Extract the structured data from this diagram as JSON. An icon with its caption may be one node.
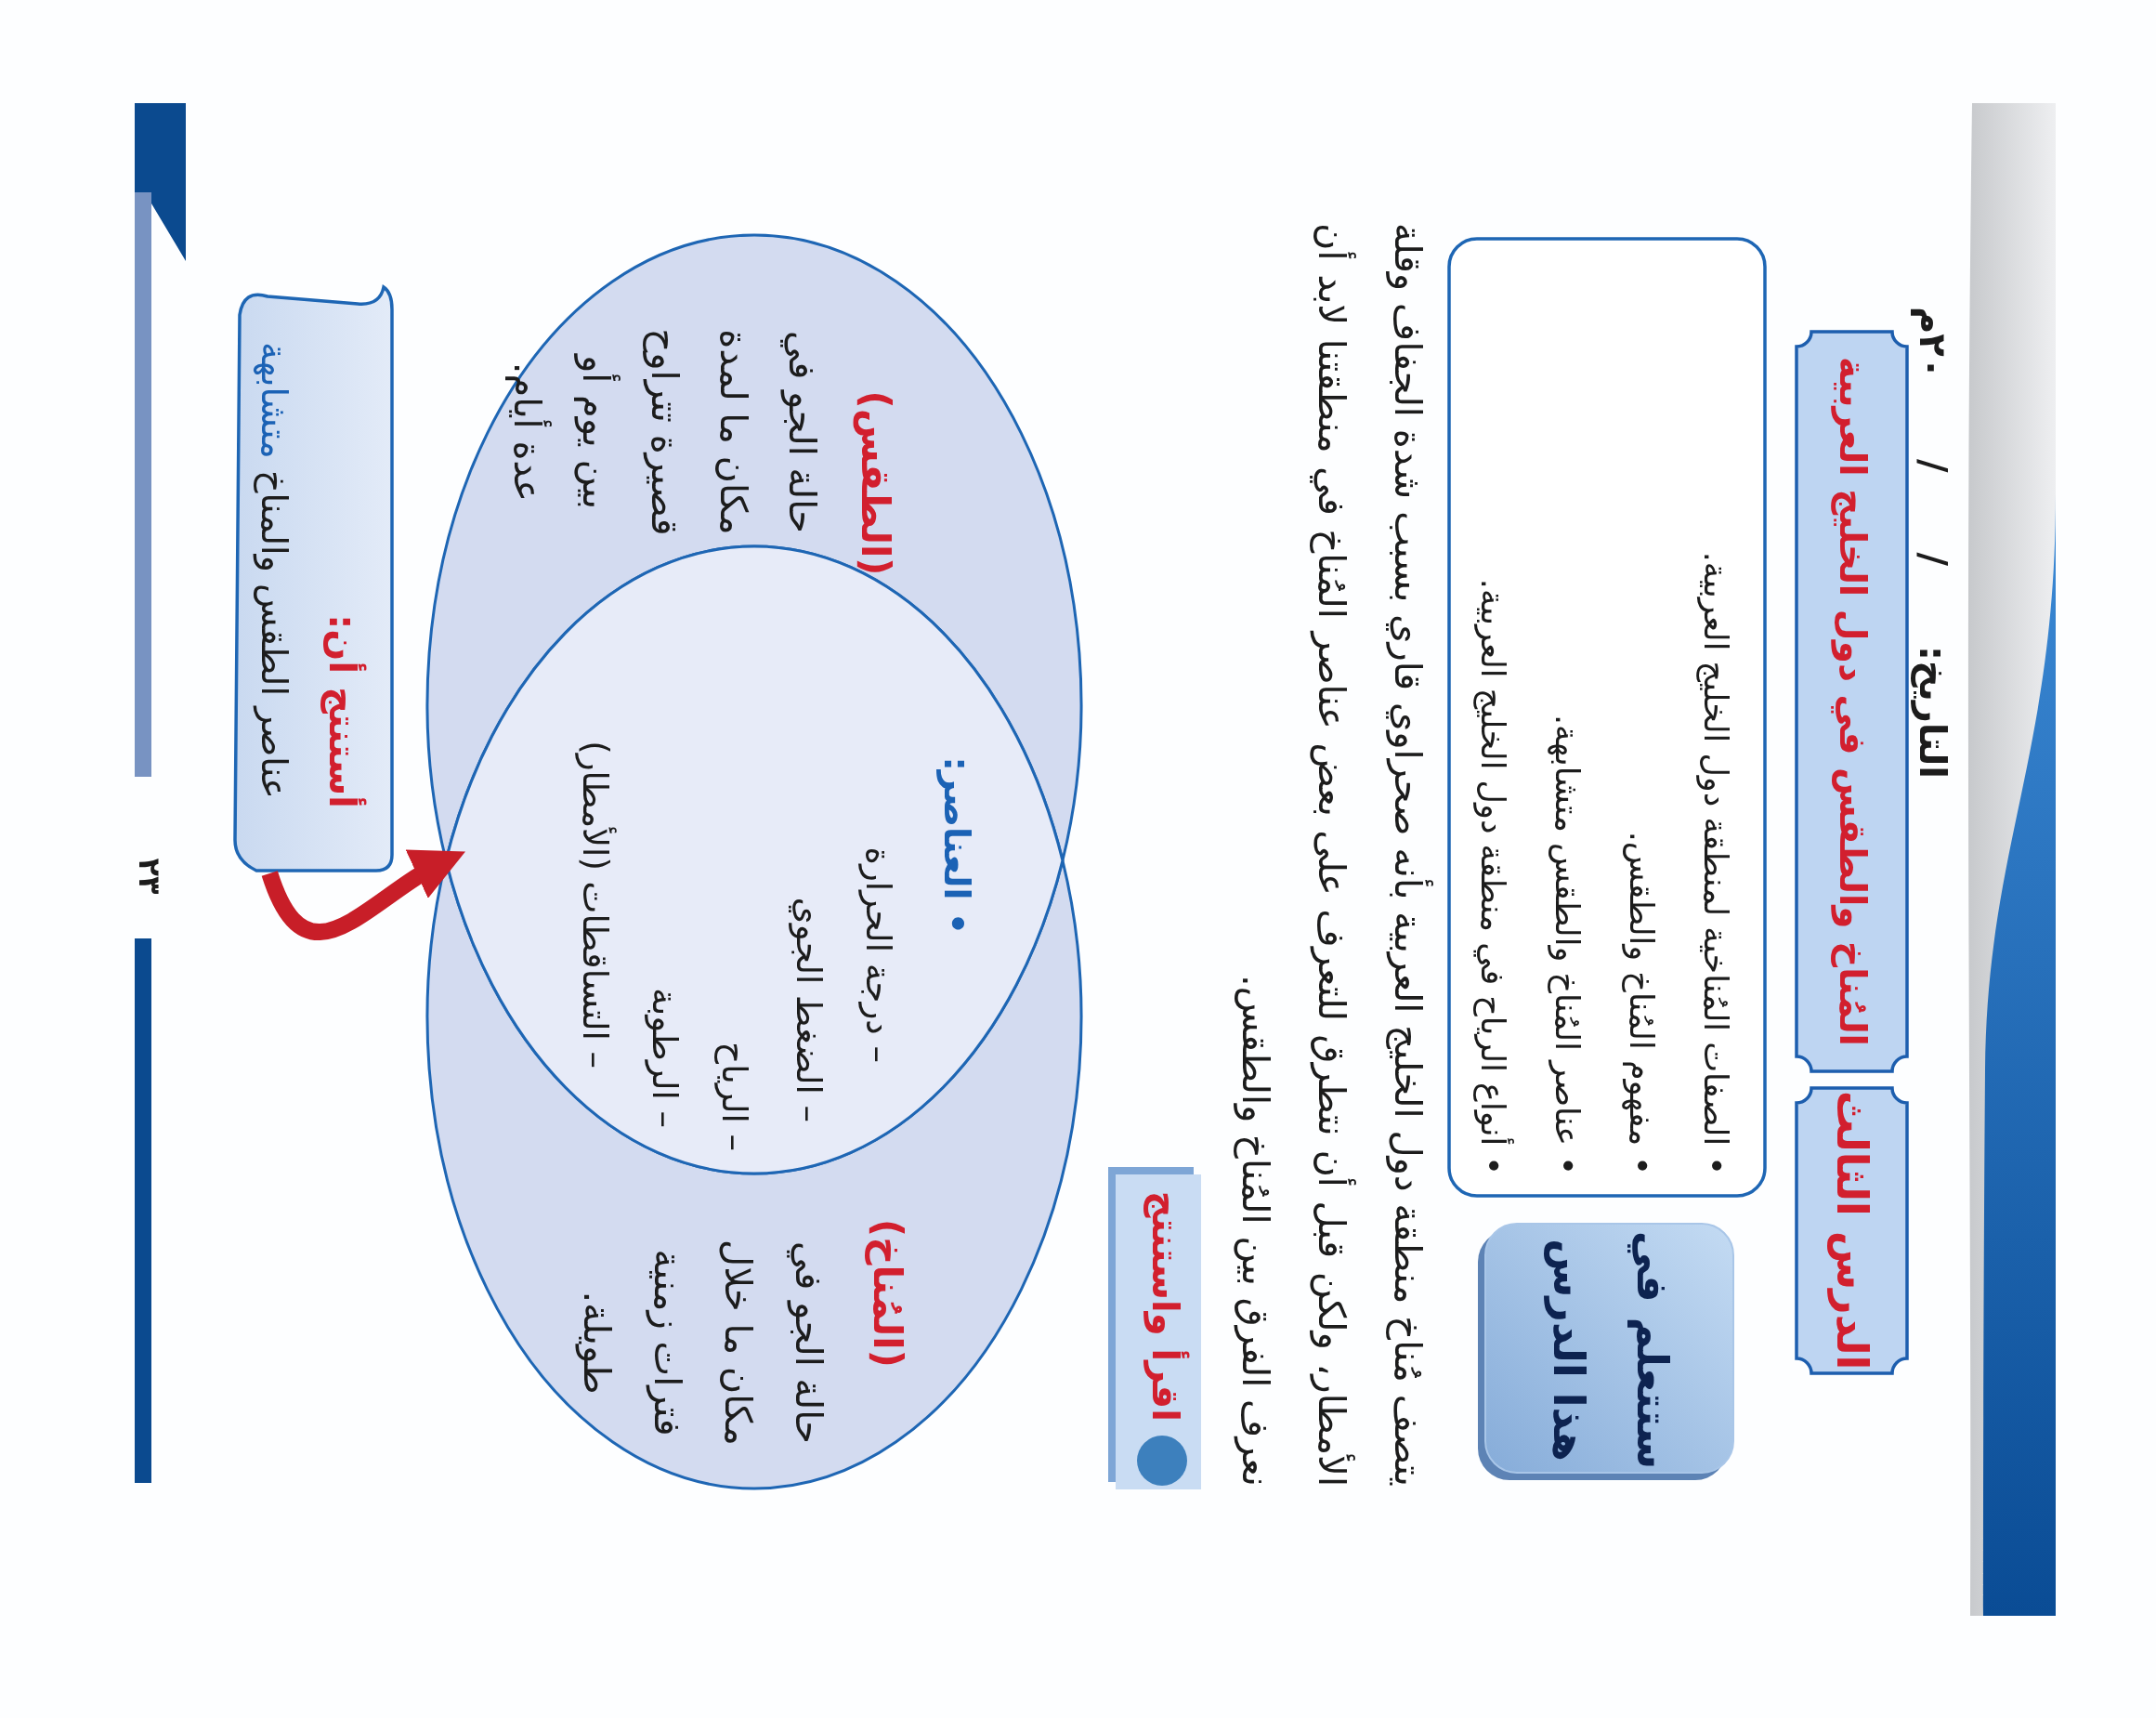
{
  "diagram": {
    "title": "المُناخ والطقس في دول الخليج العربية",
    "nodes": [
      {
        "text": [
          "ستتعلم في هذا الدرس"
        ]
      },
      {
        "text": [
          "• الصفات المُناخية لمنطقة دول الخليج العربية.",
          "• مفهوم المُناخ والطقس.",
          "• عناصر المُناخ والطقس متشابهة.",
          "• أنواع الرياح في منطقة دول الخليج العربية."
        ]
      },
      {
        "text": [
          "اقرأ واستنتج"
        ]
      },
      {
        "text": [
          "(المُناخ)",
          "حالة الجو في مكان ما خلال فترات زمنية طويلة."
        ]
      },
      {
        "text": [
          "• العناصر:",
          "– درجة الحرارة",
          "– الضغط الجوي",
          "– الرياح",
          "– الرطوبة",
          "– التساقطات (الأمطار)"
        ]
      },
      {
        "text": [
          "(الطقس)",
          "حالة الجو في مكان ما لمدة قصيرة تتراوح بين يوم أو عدة أيام."
        ]
      },
      {
        "text": [
          "أستنتج أن:",
          "عناصر الطقس والمناخ متشابهة"
        ]
      }
    ],
    "edges": [
      {
        "from": 6,
        "to": 4,
        "arrow": "to"
      }
    ],
    "labels": [
      "الدرس الثالث",
      "التاريخ: / / ٢٠م",
      "يتصف مُناخ منطقة دول الخليج العربية بأنه صحراوي قاري بسبب شدة الجفاف وقلة الأمطار، ولكن قبل أن نتطرق للتعرف على بعض عناصر المُناخ في منطقتنا لابد أن نعرف الفرق بين المُناخ والطقس.",
      "٢٣"
    ]
  }
}
